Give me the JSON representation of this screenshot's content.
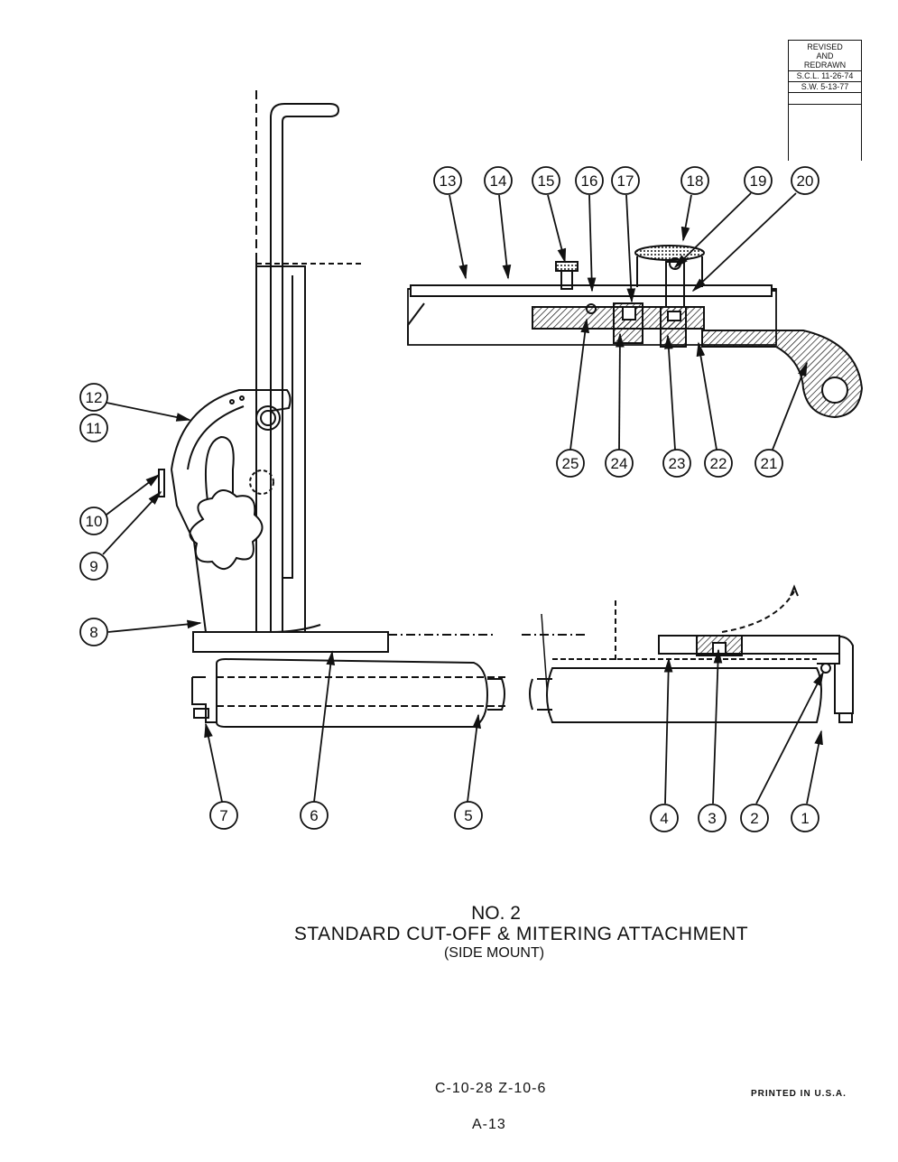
{
  "revision": {
    "header_lines": [
      "REVISED",
      "AND",
      "REDRAWN"
    ],
    "rows": [
      "S.C.L. 11-26-74",
      "S.W. 5-13-77"
    ]
  },
  "callouts": [
    "1",
    "2",
    "3",
    "4",
    "5",
    "6",
    "7",
    "8",
    "9",
    "10",
    "11",
    "12",
    "13",
    "14",
    "15",
    "16",
    "17",
    "18",
    "19",
    "20",
    "21",
    "22",
    "23",
    "24",
    "25"
  ],
  "title": {
    "line1": "NO. 2",
    "line2": "STANDARD  CUT-OFF & MITERING  ATTACHMENT",
    "line3": "(SIDE  MOUNT)"
  },
  "footer": {
    "code": "C-10-28  Z-10-6",
    "printed": "PRINTED  IN  U.S.A.",
    "page": "A-13"
  },
  "colors": {
    "ink": "#111111",
    "paper": "#ffffff"
  }
}
